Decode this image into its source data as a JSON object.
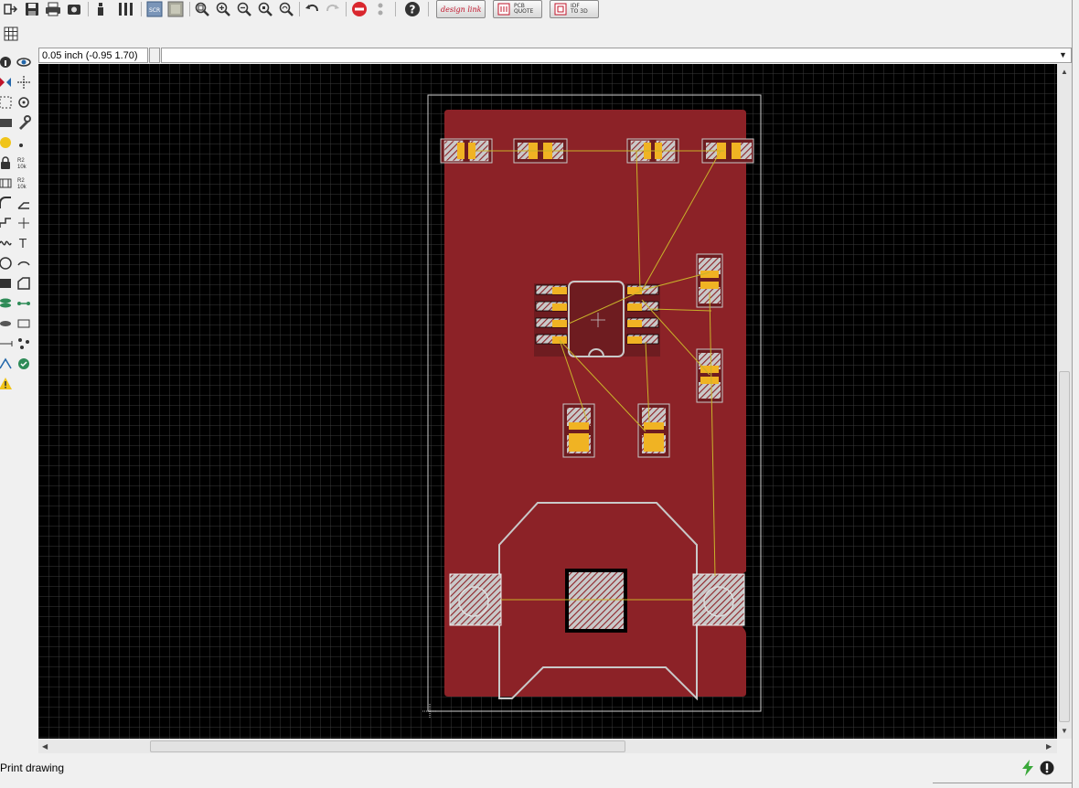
{
  "toolbar": {
    "icons": [
      "run-script-icon",
      "save-icon",
      "print-icon",
      "screenshot-icon",
      "plugin-icon",
      "layers-icon",
      "drc-icon",
      "cam-icon",
      "zoom-fit-icon",
      "zoom-in-icon",
      "zoom-out-icon",
      "zoom-select-icon",
      "zoom-redraw-icon",
      "undo-icon",
      "redo-icon",
      "stop-icon",
      "go-icon",
      "help-icon"
    ],
    "design_link": "design link",
    "pcb_quote": "PCB\nQUOTE",
    "idf_to_3d": "IDF\nTO 3D"
  },
  "grid_button_icon": "grid-icon",
  "coordinates": "0.05 inch (-0.95 1.70)",
  "command_line": {
    "value": "",
    "placeholder": ""
  },
  "left_tools": [
    "info-icon",
    "show-icon",
    "mirror-icon",
    "move-icon",
    "group-icon",
    "rotate-icon",
    "change-icon",
    "paste-icon",
    "delete-icon",
    "optimize-icon",
    "lock-icon",
    "name-icon",
    "smash-icon",
    "value-icon",
    "miter-icon",
    "split-icon",
    "route-icon",
    "ripup-icon",
    "wire-icon",
    "text-icon",
    "circle-icon",
    "arc-icon",
    "rect-icon",
    "polygon-icon",
    "via-icon",
    "signal-icon",
    "hole-icon",
    "attribute-icon",
    "dimension-icon",
    "ratsnest-icon",
    "autorouter-icon",
    "drc-check-icon",
    "errors-icon"
  ],
  "status": {
    "message": "Print drawing"
  },
  "colors": {
    "canvas_bg": "#000000",
    "grid": "#3a3a3a",
    "board_fill": "#8c2227",
    "pad_yellow": "#f0b323",
    "airwire": "#c9b32a",
    "outline": "#c9c9c9"
  }
}
